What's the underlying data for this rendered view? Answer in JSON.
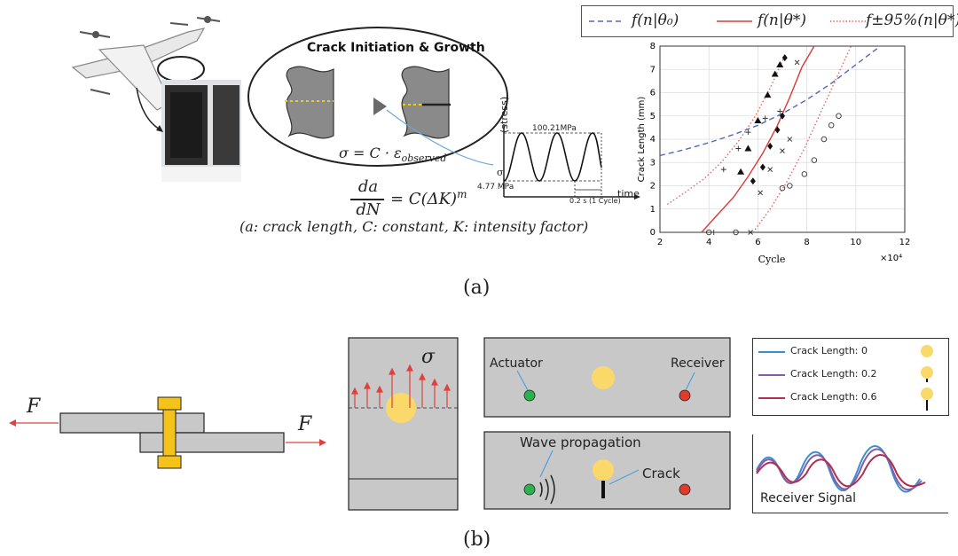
{
  "panel_a": {
    "caption": "(a)",
    "crack_title": "Crack Initiation & Growth",
    "stress_eq": "σ = C · ε",
    "stress_eq_sub": "observed",
    "paris_eq_da": "da",
    "paris_eq_dn": "dN",
    "paris_eq_rhs": "= C(ΔK)",
    "paris_eq_exp": "m",
    "paris_note": "(a: crack length, C: constant, K: intensity factor)",
    "stress_plot": {
      "ylabel": "(stress)",
      "top_value": "100.21MPa",
      "bottom_value": "4.77 MPa",
      "period_label": "0.2 s (1 Cycle)",
      "xlabel": "time",
      "sigma_symbol": "σ"
    },
    "legend": {
      "items": [
        {
          "label": "f(n|θ₀)",
          "style": "dashed",
          "color": "#5567b5"
        },
        {
          "label": "f(n|θ*)",
          "style": "solid",
          "color": "#d93a3a"
        },
        {
          "label": "f±95%(n|θ*)",
          "style": "dotted",
          "color": "#e06666"
        }
      ]
    }
  },
  "chart_data": {
    "type": "scatter",
    "xlabel": "Cycle",
    "ylabel": "Crack Length (mm)",
    "x_scale_label": "×10⁴",
    "xlim": [
      2,
      12
    ],
    "ylim": [
      0,
      8
    ],
    "x_ticks": [
      "2",
      "4",
      "6",
      "8",
      "10",
      "12"
    ],
    "y_ticks": [
      "0",
      "1",
      "2",
      "3",
      "4",
      "5",
      "6",
      "7",
      "8"
    ],
    "grid": true,
    "curves": [
      {
        "style": "dashed",
        "color": "#5567b5",
        "x": [
          2.0,
          3.0,
          4.0,
          5.0,
          6.0,
          7.0,
          8.0,
          9.0,
          10.0,
          11.0
        ],
        "y": [
          3.3,
          3.55,
          3.85,
          4.2,
          4.6,
          5.1,
          5.7,
          6.4,
          7.2,
          8.0
        ]
      },
      {
        "style": "solid",
        "color": "#d93a3a",
        "x": [
          3.7,
          4.3,
          5.0,
          5.6,
          6.2,
          6.8,
          7.3,
          7.8,
          8.3
        ],
        "y": [
          0.0,
          0.7,
          1.5,
          2.4,
          3.4,
          4.6,
          5.8,
          7.1,
          8.0
        ]
      },
      {
        "style": "dotted",
        "color": "#e06666",
        "x": [
          2.3,
          3.0,
          3.8,
          4.5,
          5.2,
          5.9,
          6.5,
          7.1
        ],
        "y": [
          1.2,
          1.7,
          2.3,
          3.0,
          3.9,
          5.0,
          6.2,
          7.6
        ]
      },
      {
        "style": "dotted",
        "color": "#e06666",
        "x": [
          5.8,
          6.5,
          7.2,
          7.9,
          8.5,
          9.2,
          9.8
        ],
        "y": [
          0.0,
          1.0,
          2.2,
          3.6,
          5.0,
          6.6,
          8.0
        ]
      }
    ],
    "points": [
      {
        "marker": "triangle",
        "x": [
          5.3,
          5.6,
          6.0,
          6.4,
          6.7,
          6.9
        ],
        "y": [
          2.6,
          3.6,
          4.8,
          5.9,
          6.8,
          7.2
        ]
      },
      {
        "marker": "diamond",
        "x": [
          5.8,
          6.2,
          6.5,
          6.8,
          7.0,
          7.1
        ],
        "y": [
          2.2,
          2.8,
          3.7,
          4.4,
          5.0,
          7.5
        ]
      },
      {
        "marker": "plus",
        "x": [
          4.2,
          4.6,
          5.2,
          5.6,
          6.3,
          6.9
        ],
        "y": [
          0.0,
          2.7,
          3.6,
          4.3,
          4.9,
          5.2
        ]
      },
      {
        "marker": "x",
        "x": [
          5.7,
          6.1,
          6.5,
          7.0,
          7.3,
          7.6
        ],
        "y": [
          0.0,
          1.7,
          2.7,
          3.5,
          4.0,
          7.3
        ]
      },
      {
        "marker": "circle",
        "x": [
          4.0,
          5.1,
          7.0,
          7.3,
          7.9,
          8.3,
          8.7,
          9.0,
          9.3
        ],
        "y": [
          0.0,
          0.0,
          1.9,
          2.0,
          2.5,
          3.1,
          4.0,
          4.6,
          5.0
        ]
      }
    ]
  },
  "panel_b": {
    "caption": "(b)",
    "force_left": "F",
    "force_right": "F",
    "sigma": "σ",
    "actuator": "Actuator",
    "receiver": "Receiver",
    "wave_propagation": "Wave propagation",
    "crack": "Crack",
    "legend_items": [
      {
        "label": "Crack Length: 0",
        "color": "#3a8fd0"
      },
      {
        "label": "Crack Length: 0.2",
        "color": "#8a5aa8"
      },
      {
        "label": "Crack Length: 0.6",
        "color": "#b02e4e"
      }
    ],
    "receiver_signal_label": "Receiver Signal",
    "colors": {
      "plate": "#c8c8c8",
      "bolt": "#f3c31a",
      "defect": "#fad96a",
      "actuator": "#2bb24c",
      "receiver": "#e03a2a",
      "arrow": "#e04040"
    }
  }
}
